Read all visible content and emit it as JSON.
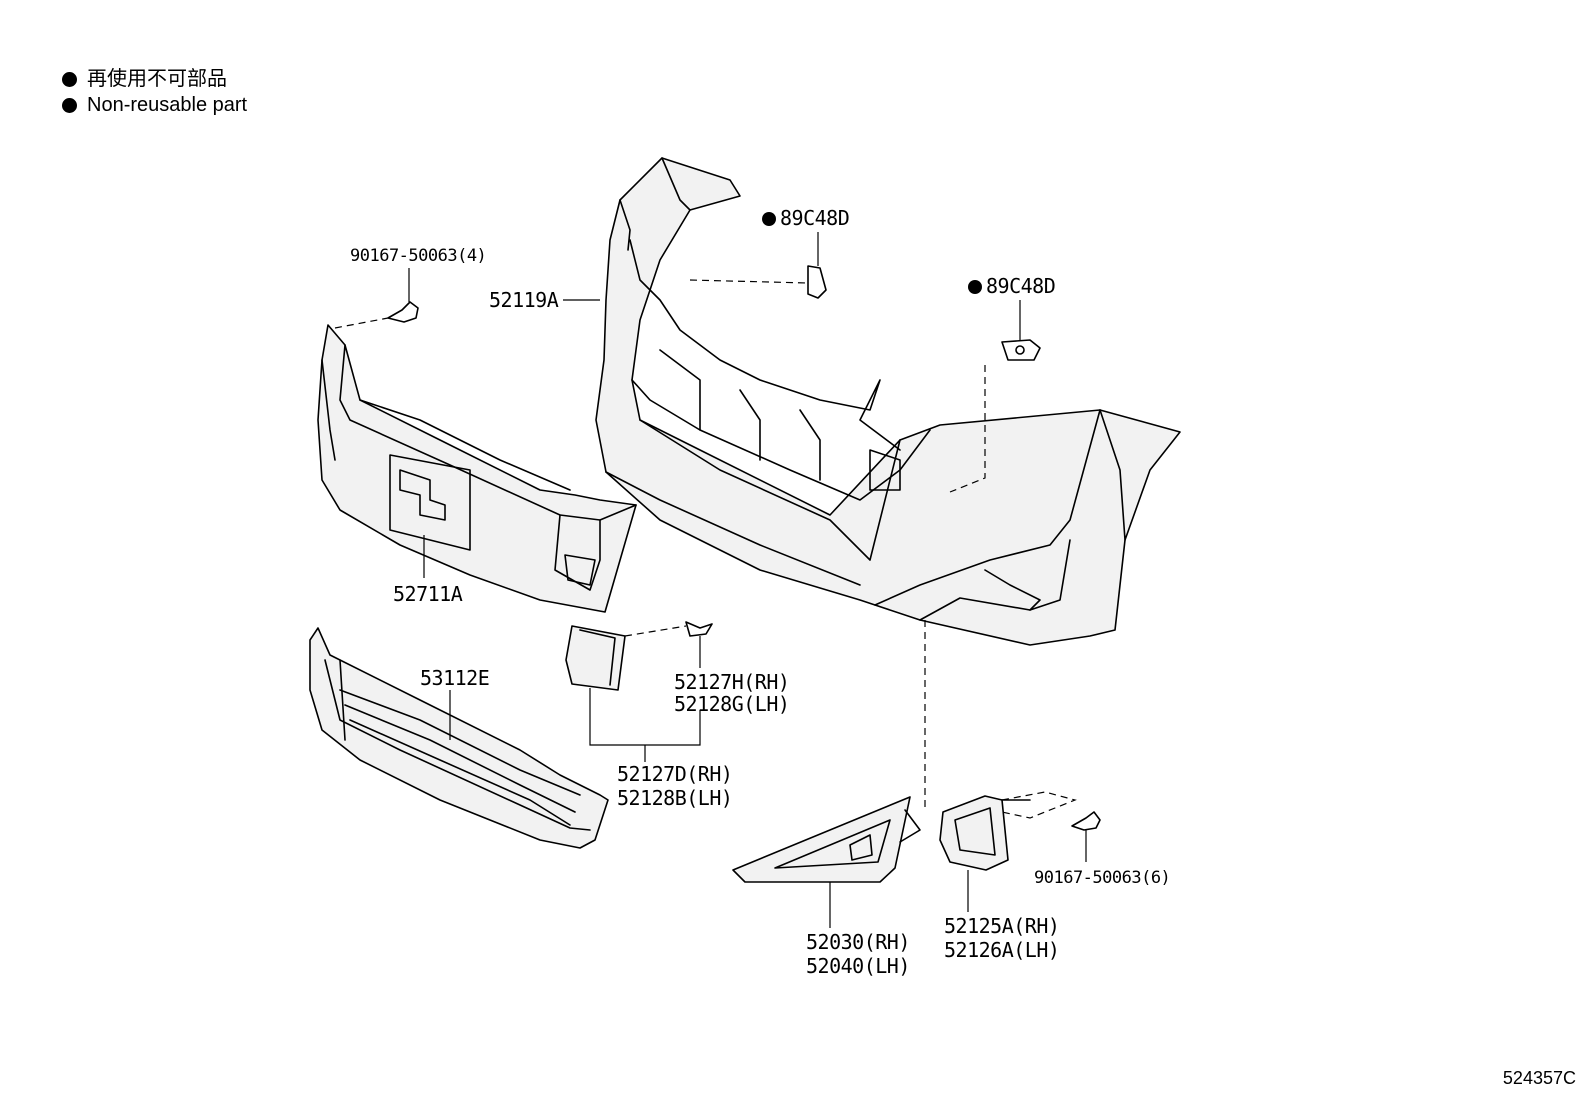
{
  "legend": {
    "items": [
      {
        "symbol": "filled-circle-icon",
        "text": "再使用不可部品"
      },
      {
        "symbol": "filled-circle-icon",
        "text": "Non-reusable part"
      }
    ]
  },
  "callouts": {
    "screw_top": "90167-50063(4)",
    "bumper_cover": "52119A",
    "clip_upper": "89C48D",
    "clip_right": "89C48D",
    "reinforcement": "52711A",
    "lower_grille": "53112E",
    "cap_part_rh": "52127H(RH)",
    "cap_part_lh": "52128G(LH)",
    "cover_rh": "52127D(RH)",
    "cover_lh": "52128B(LH)",
    "fog_cover_rh": "52030(RH)",
    "fog_cover_lh": "52040(LH)",
    "bracket_rh": "52125A(RH)",
    "bracket_lh": "52126A(LH)",
    "screw_bottom": "90167-50063(6)"
  },
  "reference_code": "524357C",
  "colors": {
    "line": "#000000",
    "background": "#ffffff"
  }
}
